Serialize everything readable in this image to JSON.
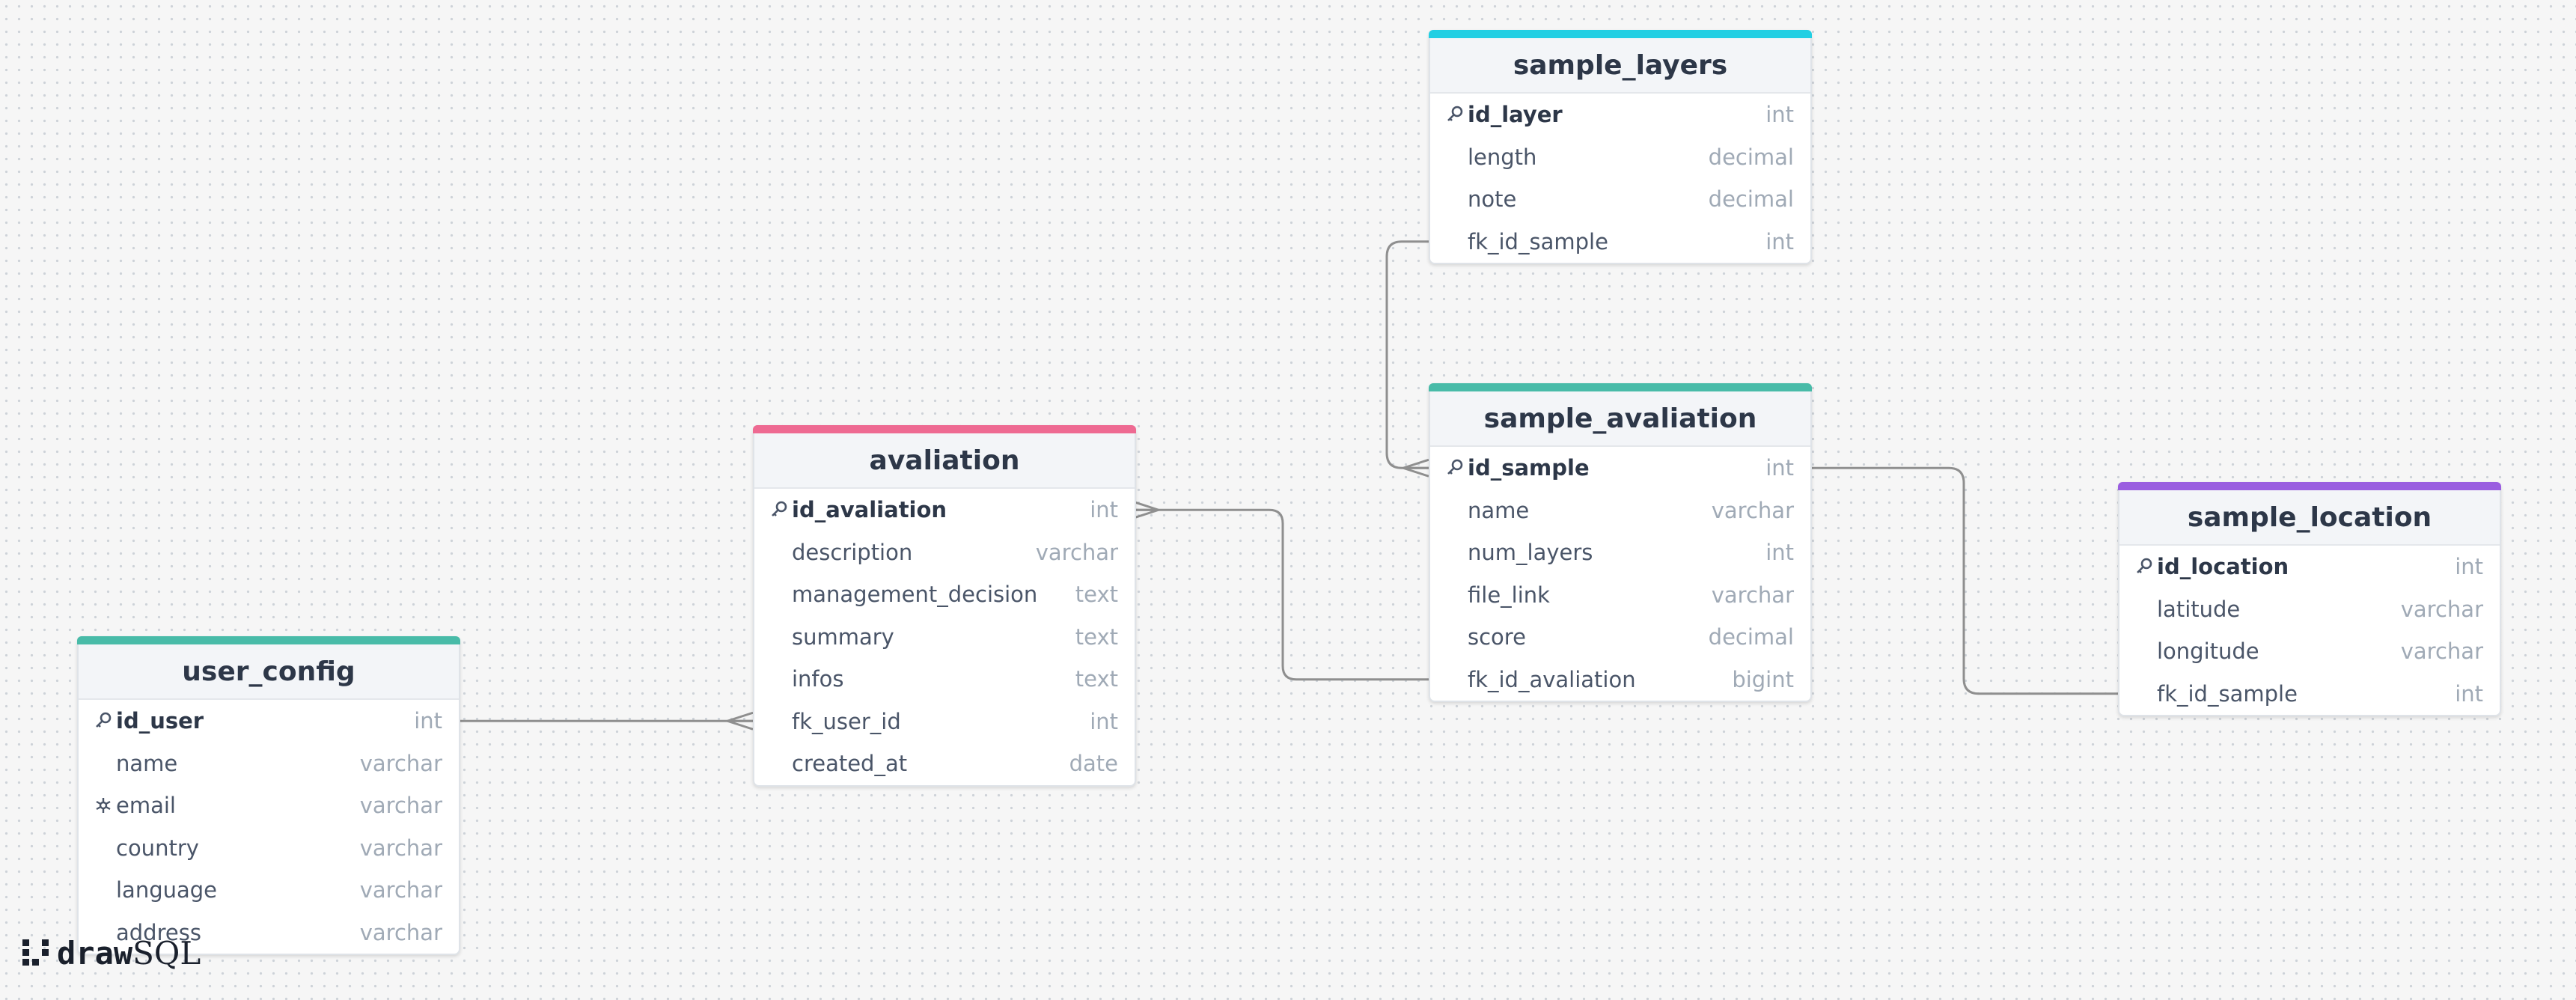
{
  "tables": {
    "sample_layers": {
      "title": "sample_layers",
      "color": "#22cfe3",
      "columns": [
        {
          "name": "id_layer",
          "type": "int",
          "pk": true
        },
        {
          "name": "length",
          "type": "decimal"
        },
        {
          "name": "note",
          "type": "decimal"
        },
        {
          "name": "fk_id_sample",
          "type": "int"
        }
      ]
    },
    "sample_avaliation": {
      "title": "sample_avaliation",
      "color": "#48bba8",
      "columns": [
        {
          "name": "id_sample",
          "type": "int",
          "pk": true
        },
        {
          "name": "name",
          "type": "varchar"
        },
        {
          "name": "num_layers",
          "type": "int"
        },
        {
          "name": "file_link",
          "type": "varchar"
        },
        {
          "name": "score",
          "type": "decimal"
        },
        {
          "name": "fk_id_avaliation",
          "type": "bigint"
        }
      ]
    },
    "avaliation": {
      "title": "avaliation",
      "color": "#ee6a92",
      "columns": [
        {
          "name": "id_avaliation",
          "type": "int",
          "pk": true
        },
        {
          "name": "description",
          "type": "varchar"
        },
        {
          "name": "management_decision",
          "type": "text"
        },
        {
          "name": "summary",
          "type": "text"
        },
        {
          "name": "infos",
          "type": "text"
        },
        {
          "name": "fk_user_id",
          "type": "int"
        },
        {
          "name": "created_at",
          "type": "date"
        }
      ]
    },
    "user_config": {
      "title": "user_config",
      "color": "#48bba8",
      "columns": [
        {
          "name": "id_user",
          "type": "int",
          "pk": true
        },
        {
          "name": "name",
          "type": "varchar"
        },
        {
          "name": "email",
          "type": "varchar",
          "unique": true
        },
        {
          "name": "country",
          "type": "varchar"
        },
        {
          "name": "language",
          "type": "varchar"
        },
        {
          "name": "address",
          "type": "varchar"
        }
      ]
    },
    "sample_location": {
      "title": "sample_location",
      "color": "#9a5ee0",
      "columns": [
        {
          "name": "id_location",
          "type": "int",
          "pk": true
        },
        {
          "name": "latitude",
          "type": "varchar"
        },
        {
          "name": "longitude",
          "type": "varchar"
        },
        {
          "name": "fk_id_sample",
          "type": "int"
        }
      ]
    }
  },
  "relations": [
    {
      "from": "sample_layers.fk_id_sample",
      "to": "sample_avaliation.id_sample"
    },
    {
      "from": "sample_avaliation.fk_id_avaliation",
      "to": "avaliation.id_avaliation"
    },
    {
      "from": "user_config.id_user",
      "to": "avaliation.fk_user_id"
    },
    {
      "from": "sample_avaliation.id_sample",
      "to": "sample_location.fk_id_sample"
    }
  ],
  "logo": {
    "part1": "draw",
    "part2": "SQL"
  }
}
